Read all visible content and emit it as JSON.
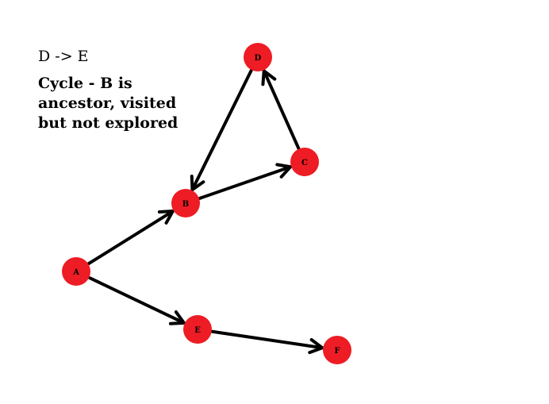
{
  "note": {
    "title": "D -> E",
    "lines": [
      "Cycle - B is",
      "ancestor, visited",
      "but not explored"
    ]
  },
  "colors": {
    "node_fill": "#ee1c24",
    "edge": "#000000",
    "label": "#000000"
  },
  "nodes": [
    {
      "id": "A",
      "label": "A"
    },
    {
      "id": "B",
      "label": "B"
    },
    {
      "id": "C",
      "label": "C"
    },
    {
      "id": "D",
      "label": "D"
    },
    {
      "id": "E",
      "label": "E"
    },
    {
      "id": "F",
      "label": "F"
    }
  ],
  "edges": [
    {
      "from": "A",
      "to": "B"
    },
    {
      "from": "B",
      "to": "C"
    },
    {
      "from": "C",
      "to": "D"
    },
    {
      "from": "D",
      "to": "B"
    },
    {
      "from": "A",
      "to": "E"
    },
    {
      "from": "E",
      "to": "F"
    }
  ]
}
